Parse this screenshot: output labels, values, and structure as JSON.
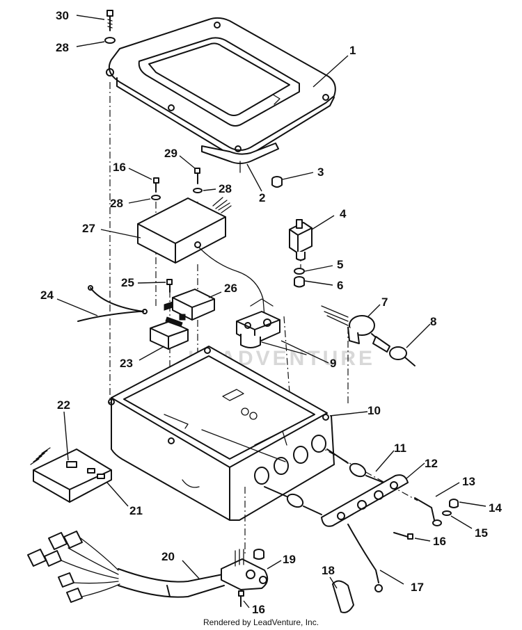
{
  "callouts": [
    {
      "id": "c1",
      "label": "1"
    },
    {
      "id": "c2",
      "label": "2"
    },
    {
      "id": "c3",
      "label": "3"
    },
    {
      "id": "c4",
      "label": "4"
    },
    {
      "id": "c5",
      "label": "5"
    },
    {
      "id": "c6",
      "label": "6"
    },
    {
      "id": "c7",
      "label": "7"
    },
    {
      "id": "c8",
      "label": "8"
    },
    {
      "id": "c9",
      "label": "9"
    },
    {
      "id": "c10",
      "label": "10"
    },
    {
      "id": "c11",
      "label": "11"
    },
    {
      "id": "c12",
      "label": "12"
    },
    {
      "id": "c13",
      "label": "13"
    },
    {
      "id": "c14",
      "label": "14"
    },
    {
      "id": "c15",
      "label": "15"
    },
    {
      "id": "c16a",
      "label": "16"
    },
    {
      "id": "c16b",
      "label": "16"
    },
    {
      "id": "c16c",
      "label": "16"
    },
    {
      "id": "c17",
      "label": "17"
    },
    {
      "id": "c18",
      "label": "18"
    },
    {
      "id": "c19",
      "label": "19"
    },
    {
      "id": "c20",
      "label": "20"
    },
    {
      "id": "c21",
      "label": "21"
    },
    {
      "id": "c22",
      "label": "22"
    },
    {
      "id": "c23",
      "label": "23"
    },
    {
      "id": "c24",
      "label": "24"
    },
    {
      "id": "c25",
      "label": "25"
    },
    {
      "id": "c26",
      "label": "26"
    },
    {
      "id": "c27",
      "label": "27"
    },
    {
      "id": "c28a",
      "label": "28"
    },
    {
      "id": "c28b",
      "label": "28"
    },
    {
      "id": "c28c",
      "label": "28"
    },
    {
      "id": "c29",
      "label": "29"
    },
    {
      "id": "c30",
      "label": "30"
    }
  ],
  "watermark": "LEADVENTURE",
  "footer": "Rendered by LeadVenture, Inc."
}
